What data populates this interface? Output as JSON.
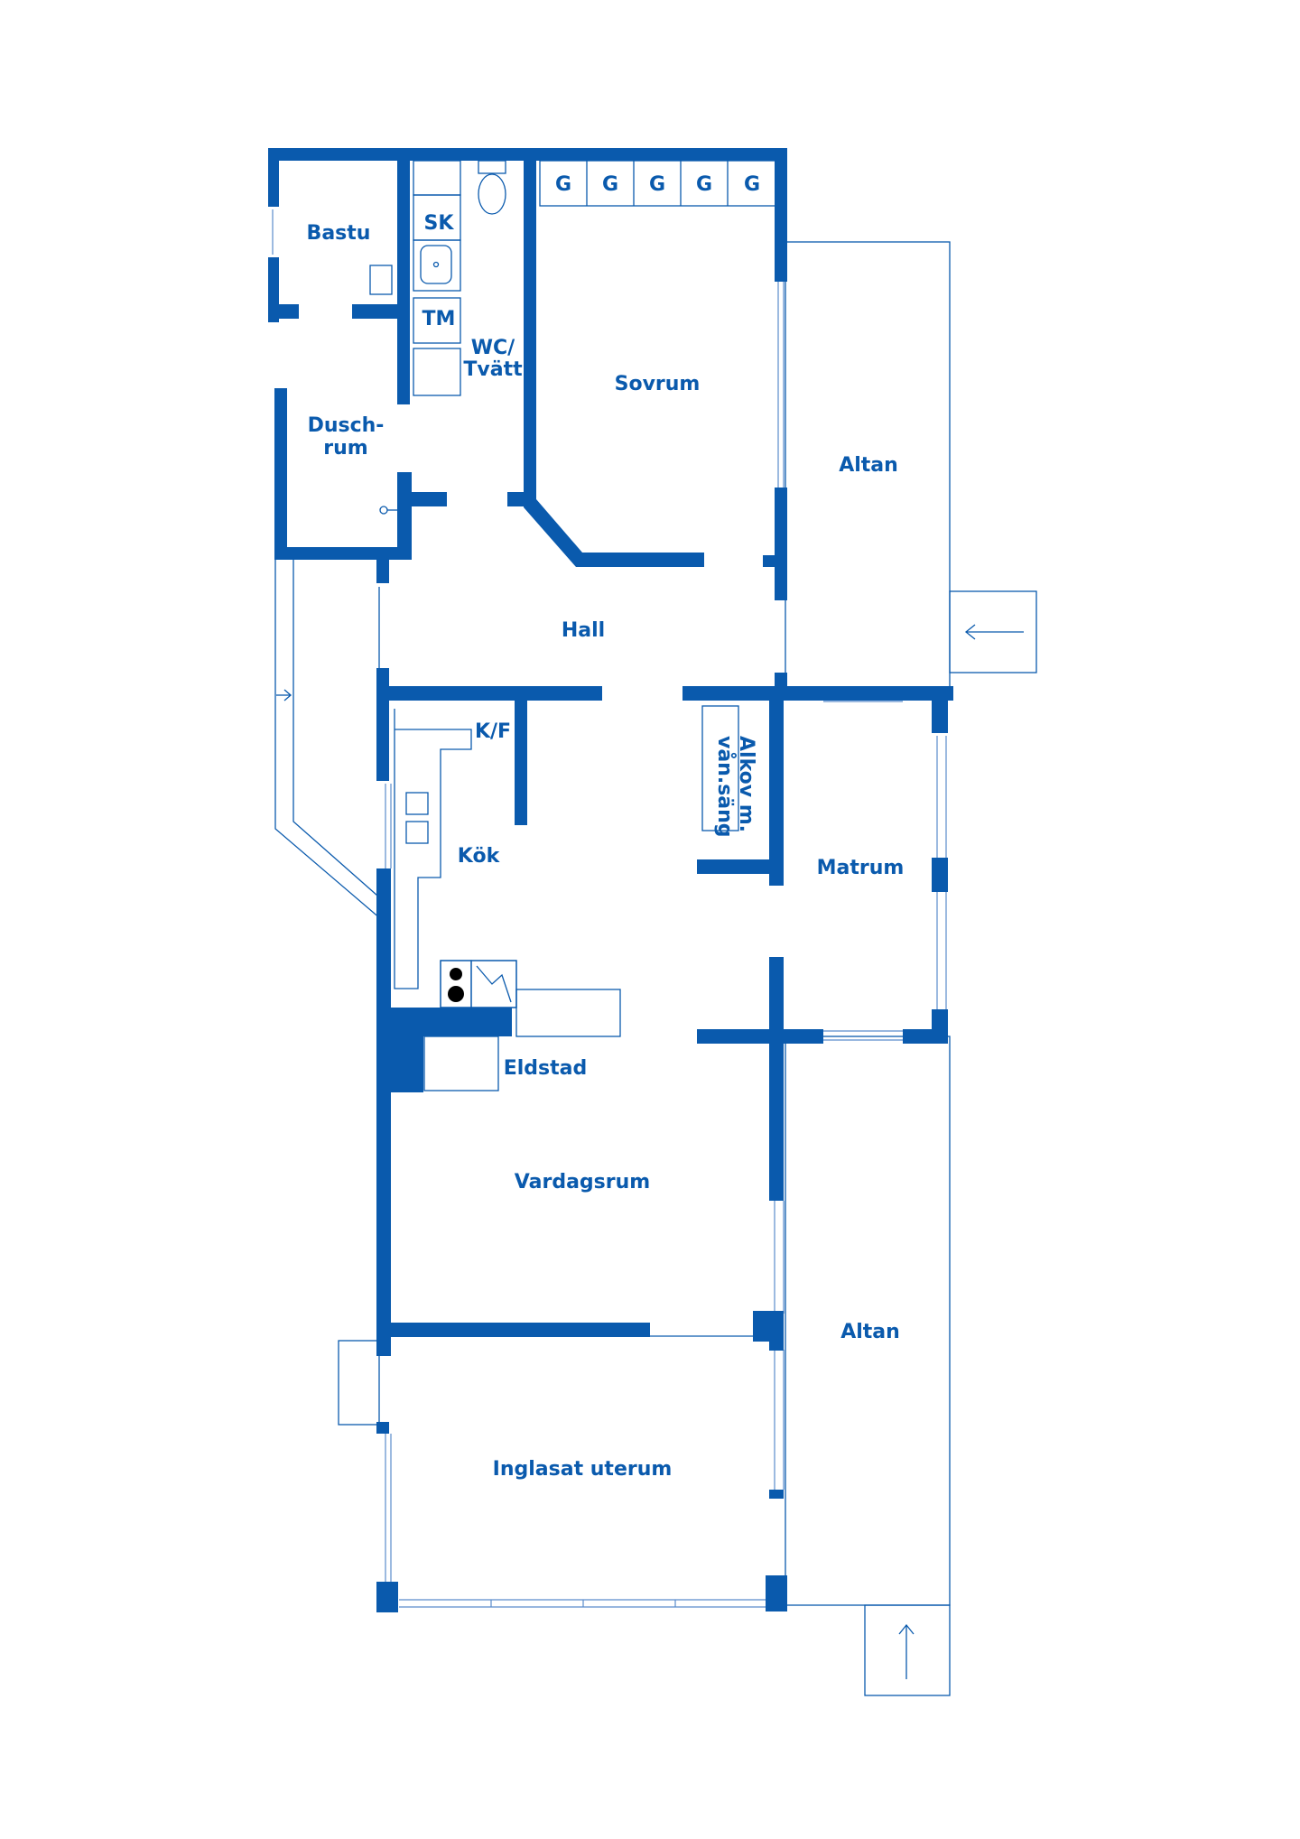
{
  "rooms": {
    "bastu": "Bastu",
    "sk": "SK",
    "tm": "TM",
    "wc_line1": "WC/",
    "wc_line2": "Tvätt",
    "dusch_line1": "Dusch-",
    "dusch_line2": "rum",
    "sovrum": "Sovrum",
    "altan_top": "Altan",
    "hall": "Hall",
    "kf": "K/F",
    "alkov_line1": "Alkov m.",
    "alkov_line2": "vån.säng",
    "kok": "Kök",
    "matrum": "Matrum",
    "eldstad": "Eldstad",
    "vardagsrum": "Vardagsrum",
    "altan_bottom": "Altan",
    "uterum": "Inglasat uterum"
  },
  "wardrobe_labels": [
    "G",
    "G",
    "G",
    "G",
    "G"
  ],
  "colors": {
    "wall": "#0a5aad",
    "background": "#ffffff"
  }
}
